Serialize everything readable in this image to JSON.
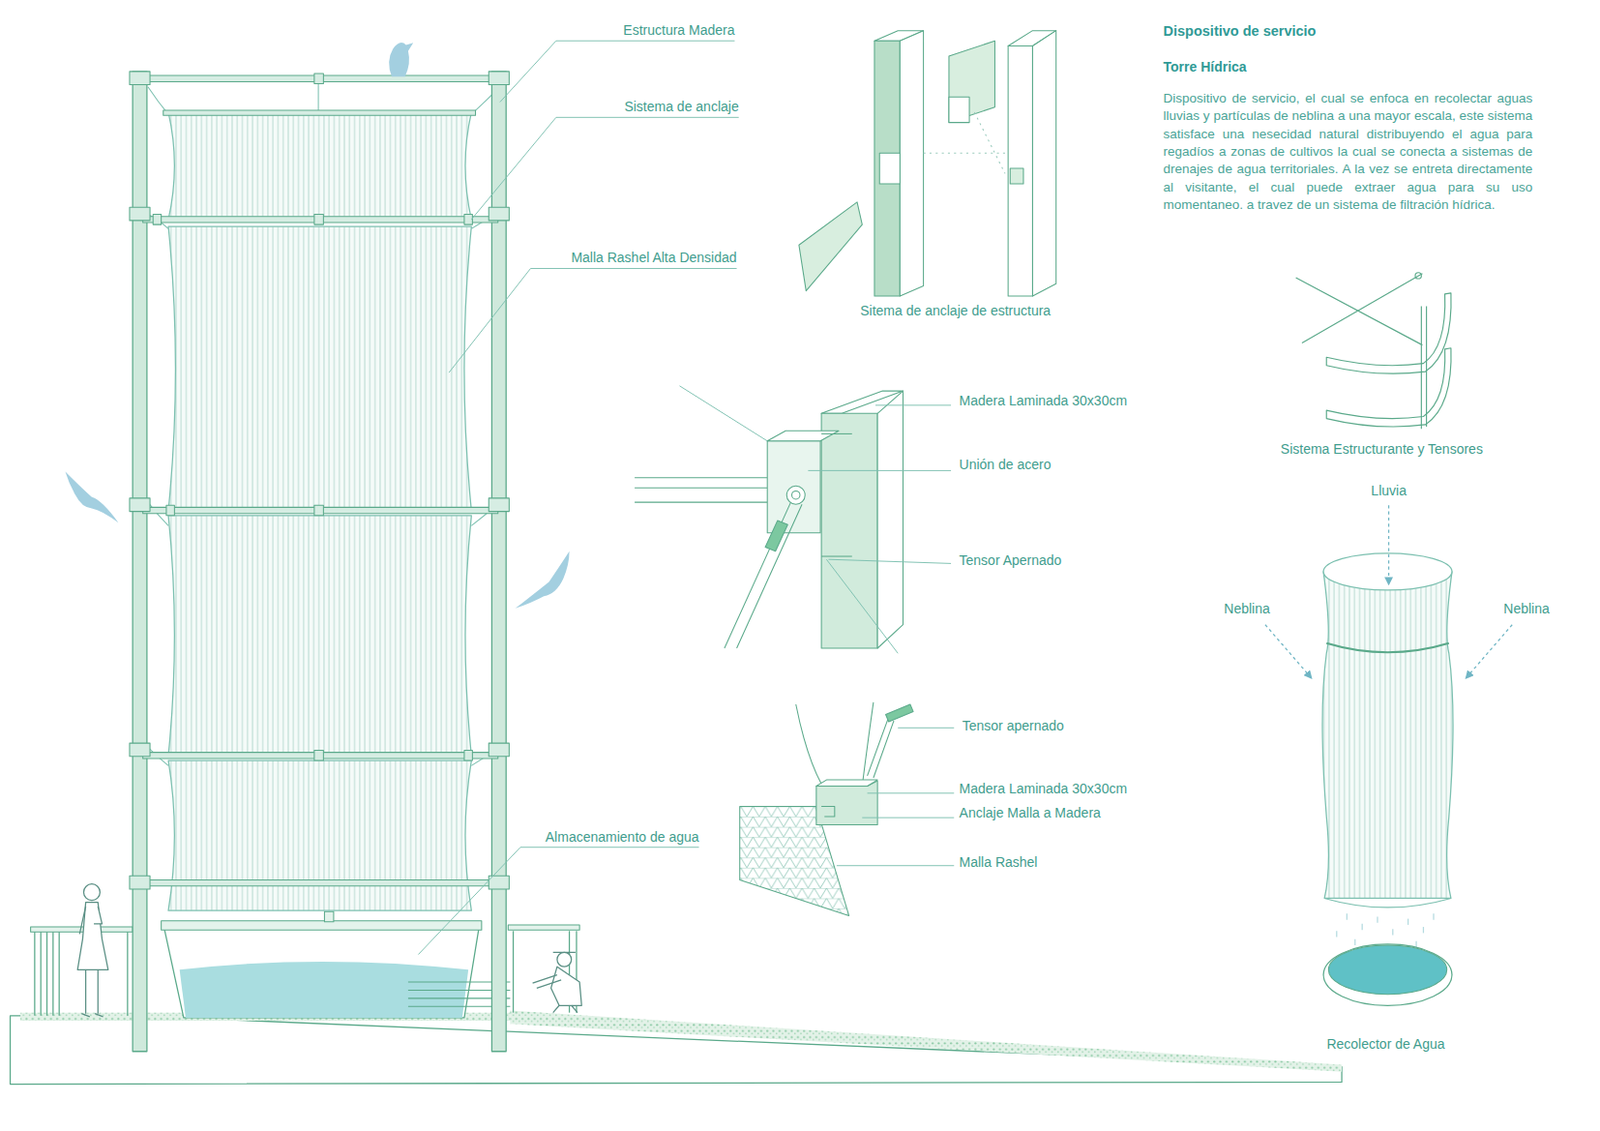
{
  "diagram": {
    "title": "Dispositivo de servicio",
    "labels": [
      "Estructura Madera",
      "Sistema de anclaje",
      "Malla Rashel Alta Densidad",
      "Torre Hídrica",
      "Dispositivo de servicio, el cual se enfoca en recolectar aguas lluvias y partículas de neblina a una mayor escala, este sistema satisface una nesecidad natural distribuyendo el agua para regadíos a zonas de cultivos la cual se conecta a sistemas de drenajes de agua territoriales. A la vez se entreta directamente al visitante, el cual puede extraer agua para su uso momentaneo. a travez de un sistema de filtración hídrica.",
      "Sitema de anclaje de estructura",
      "Madera Laminada 30x30cm",
      "Unión de acero",
      "Tensor Apernado",
      "Sistema Estructurante y Tensores",
      "Lluvia",
      "Neblina",
      "Neblina",
      "Tensor apernado",
      "Madera Laminada 30x30cm",
      "Anclaje Malla a Madera",
      "Almacenamiento de agua",
      "Malla Rashel",
      "Recolector de Agua"
    ]
  }
}
